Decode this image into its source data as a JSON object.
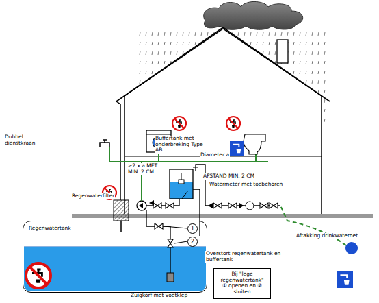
{
  "diagram": {
    "nodes": [
      {
        "text": [
          "Regenwatertank"
        ]
      },
      {
        "text": [
          "1"
        ]
      },
      {
        "text": [
          "2"
        ]
      },
      {
        "text": [
          "Bij \"lege regenwatertank\" ① openen en ② sluiten"
        ]
      }
    ],
    "labels": [
      "Dubbel dienstkraan",
      "Buffertank met onderbreking Type AB",
      "Diameter a",
      "≥2 x a MET MIN. 2 CM",
      "AFSTAND MIN. 2 CM",
      "Watermeter met toebehoren",
      "Regenwaterfilter",
      "Aftakking drinkwaternet",
      "Overstort regenwatertank en buffertank",
      "Zuigkorf met voetklep"
    ]
  }
}
